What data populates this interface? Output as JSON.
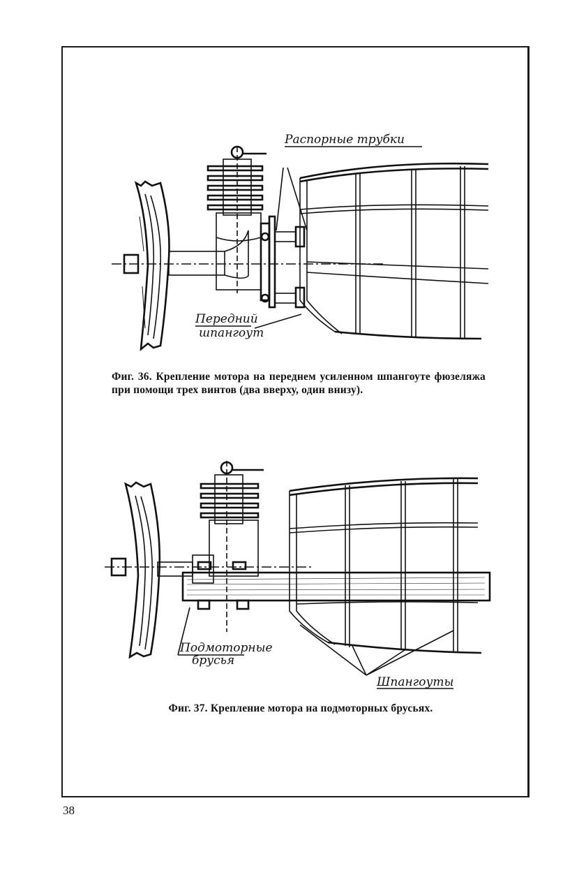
{
  "page": {
    "number": "38"
  },
  "figures": [
    {
      "id": "fig36",
      "labels": {
        "spacer_tubes": "Распорные трубки",
        "front_frame_l1": "Передний",
        "front_frame_l2": "шпангоут"
      },
      "caption": "Фиг. 36. Крепление мотора на переднем усиленном шпангоуте фюзеляжа при помощи трех винтов (два вверху, один внизу)."
    },
    {
      "id": "fig37",
      "labels": {
        "bearers_l1": "Подмоторные",
        "bearers_l2": "брусья",
        "frames": "Шпангоуты"
      },
      "caption": "Фиг. 37. Крепление мотора на подмоторных брусьях."
    }
  ]
}
